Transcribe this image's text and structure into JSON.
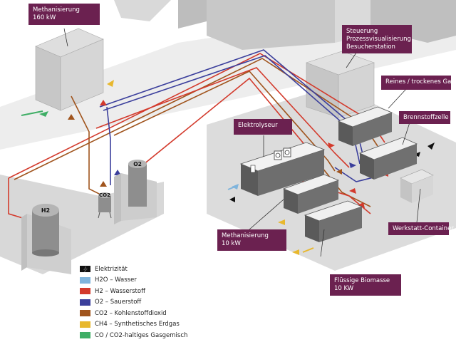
{
  "colors": {
    "electricity": "#111111",
    "water": "#7fb4dc",
    "hydrogen": "#d33a2c",
    "oxygen": "#3b3f9c",
    "co2": "#a0541d",
    "ch4": "#e8b82e",
    "gasmix": "#3fae66",
    "callout_bg": "#6b2150"
  },
  "callouts": {
    "methanisierung_160": {
      "lines": [
        "Methanisierung",
        "160 kW"
      ]
    },
    "steuerung": {
      "lines": [
        "Steuerung",
        "Prozessvisualisierung",
        "Besucherstation"
      ]
    },
    "reines_gas": {
      "lines": [
        "Reines / trockenes Gas"
      ]
    },
    "brennstoffzelle": {
      "lines": [
        "Brennstoffzelle"
      ]
    },
    "elektrolyseur": {
      "lines": [
        "Elektrolyseur"
      ]
    },
    "methanisierung_10": {
      "lines": [
        "Methanisierung",
        "10 kW"
      ]
    },
    "werkstatt": {
      "lines": [
        "Werkstatt-Container"
      ]
    },
    "biomasse": {
      "lines": [
        "Flüssige Biomasse",
        "10 KW"
      ]
    }
  },
  "tank_labels": {
    "h2": "H2",
    "co2": "CO2",
    "o2": "O2"
  },
  "legend": {
    "electricity": {
      "icon": "lightning-bolt-icon",
      "label": "Elektrizität"
    },
    "water": "H2O – Wasser",
    "hydrogen": "H2 – Wasserstoff",
    "oxygen": "O2 – Sauerstoff",
    "co2": "CO2 – Kohlenstoffdioxid",
    "ch4": "CH4 – Synthetisches Erdgas",
    "gasmix": "CO / CO2-haltiges Gasgemisch"
  }
}
